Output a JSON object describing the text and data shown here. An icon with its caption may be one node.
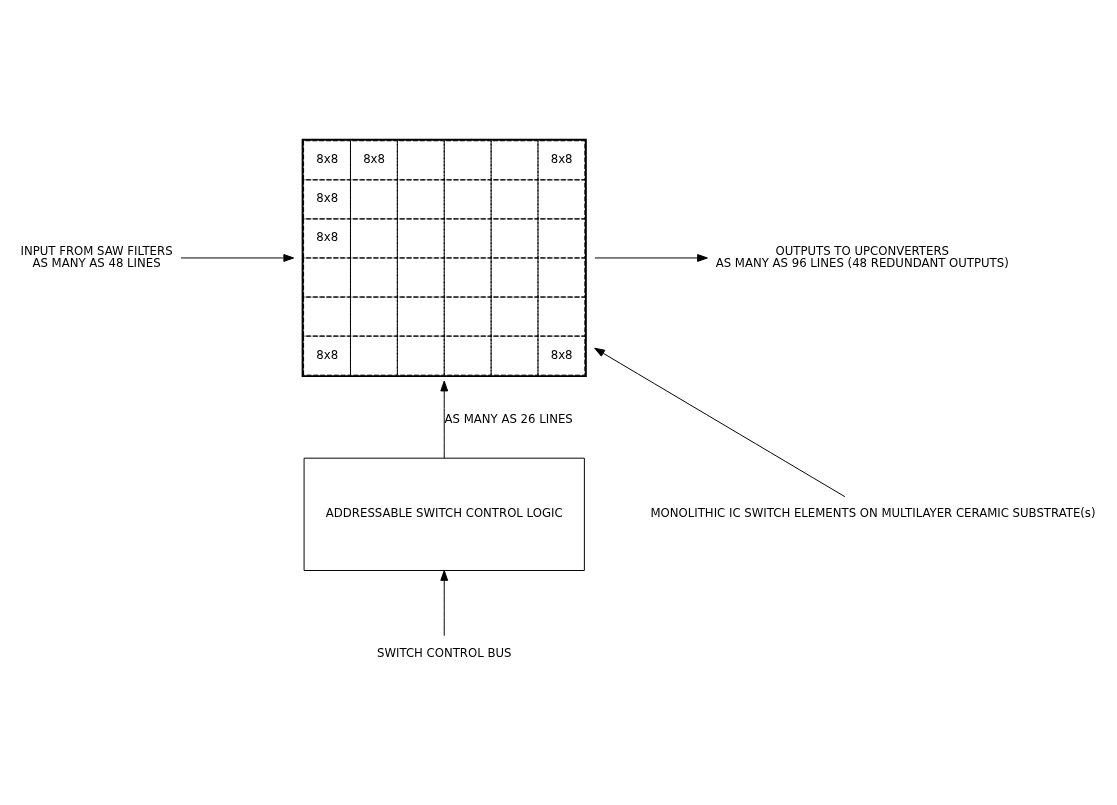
{
  "diagram": {
    "nodes": [
      {
        "text": [
          "8x8",
          "8x8",
          "8x8",
          "8x8",
          "8x8",
          "8x8",
          "8x8"
        ]
      },
      {
        "text": [
          "INPUT FROM SAW FILTERS",
          "AS MANY AS 48 LINES"
        ]
      },
      {
        "text": [
          "OUTPUTS TO UPCONVERTERS",
          "AS MANY AS 96 LINES (48 REDUNDANT OUTPUTS)"
        ]
      },
      {
        "text": [
          "ADDRESSABLE SWITCH CONTROL LOGIC"
        ]
      },
      {
        "text": [
          "SWITCH CONTROL BUS"
        ]
      },
      {
        "text": [
          "MONOLITHIC IC SWITCH ELEMENTS ON MULTILAYER CERAMIC SUBSTRATE(s)"
        ]
      }
    ],
    "edges": [
      {
        "from": 1,
        "to": 0,
        "arrow": "to"
      },
      {
        "from": 0,
        "to": 2,
        "arrow": "to"
      },
      {
        "from": 3,
        "to": 0,
        "arrow": "to",
        "label": "AS MANY AS 26 LINES"
      },
      {
        "from": 4,
        "to": 3,
        "arrow": "to"
      },
      {
        "from": 5,
        "to": 0,
        "arrow": "to"
      }
    ]
  }
}
